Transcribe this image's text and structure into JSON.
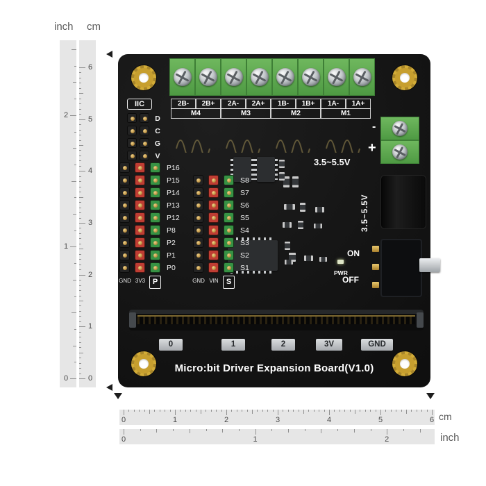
{
  "rulers": {
    "left": {
      "inch_label": "inch",
      "cm_label": "cm",
      "cm_numbers": [
        "0",
        "1",
        "2",
        "3",
        "4",
        "5",
        "6"
      ],
      "inch_numbers": [
        "0",
        "1",
        "2"
      ]
    },
    "bottom": {
      "cm_label": "cm",
      "inch_label": "inch",
      "cm_numbers": [
        "0",
        "1",
        "2",
        "3",
        "4",
        "5",
        "6"
      ],
      "inch_numbers": [
        "0",
        "1",
        "2"
      ]
    }
  },
  "board": {
    "title": "Micro:bit Driver Expansion Board(V1.0)",
    "iic_label": "IIC",
    "iic_pins": [
      "D",
      "C",
      "G",
      "V"
    ],
    "motor_terminal_labels": [
      "2B-",
      "2B+",
      "2A-",
      "2A+",
      "1B-",
      "1B+",
      "1A-",
      "1A+"
    ],
    "motor_group_labels": [
      "M4",
      "M3",
      "M2",
      "M1"
    ],
    "p_header_rows": [
      "P16",
      "P15",
      "P14",
      "P13",
      "P12",
      "P8",
      "P2",
      "P1",
      "P0"
    ],
    "p_header_footer": [
      "GND",
      "3V3"
    ],
    "p_header_box": "P",
    "s_header_rows": [
      "S8",
      "S7",
      "S6",
      "S5",
      "S4",
      "S3",
      "S2",
      "S1"
    ],
    "s_header_footer": [
      "GND",
      "VIN"
    ],
    "s_header_box": "S",
    "supply_voltage_text": "3.5~5.5V",
    "jack_voltage_text": "3.5~5.5V",
    "terminal_minus": "-",
    "terminal_plus": "+",
    "switch_on": "ON",
    "switch_off": "OFF",
    "pwr_label": "PWR",
    "edge_pads": [
      "0",
      "1",
      "2",
      "3V",
      "GND"
    ]
  },
  "colors": {
    "board": "#141414",
    "terminal_green": "#57a64a",
    "gold": "#c9a232",
    "pin_red": "#bf3d33",
    "pin_green": "#379244",
    "silver": "#c4c9cc",
    "ruler_band": "#e6e6e6",
    "background": "#ffffff"
  }
}
